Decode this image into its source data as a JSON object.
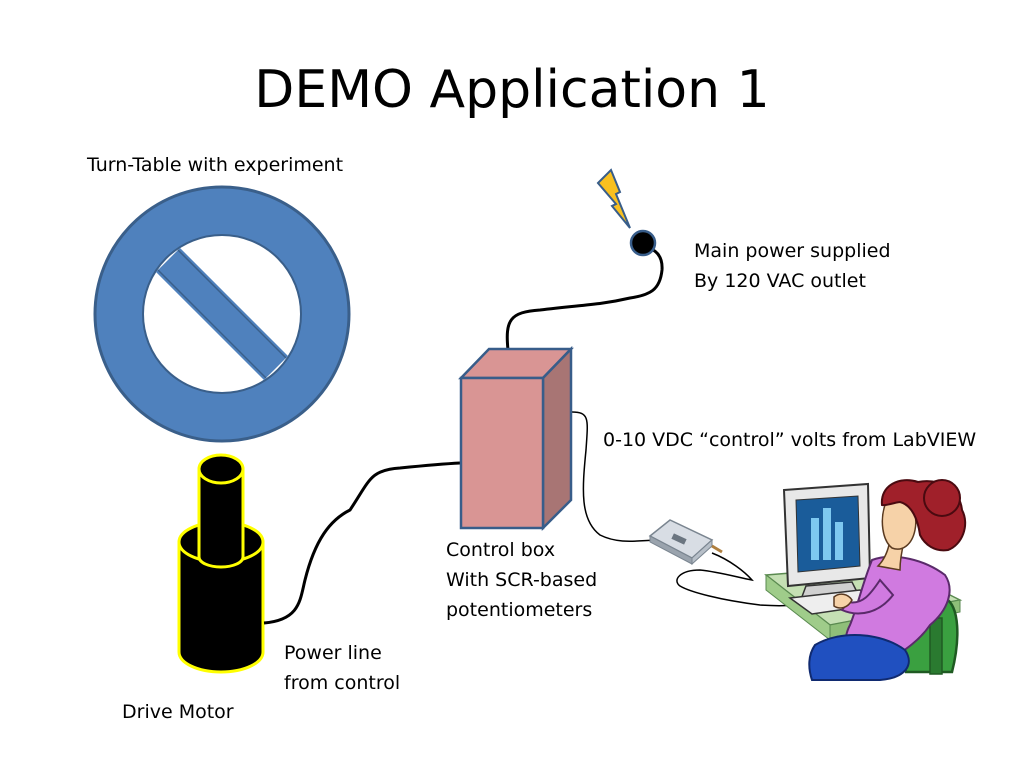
{
  "slide": {
    "title": "DEMO Application 1"
  },
  "labels": {
    "turntable": "Turn-Table with experiment",
    "main_power_line1": "Main power supplied",
    "main_power_line2": "By 120 VAC outlet",
    "control_volts": "0-10 VDC “control” volts from LabVIEW",
    "control_box_line1": "Control box",
    "control_box_line2": "With SCR-based",
    "control_box_line3": "potentiometers",
    "power_line_line1": "Power line",
    "power_line_line2": "from control",
    "drive_motor": "Drive Motor"
  },
  "colors": {
    "turntable_fill": "#4f81bd",
    "turntable_stroke": "#3a5f8a",
    "control_box_front": "#d99594",
    "control_box_side": "#a87574",
    "control_box_stroke": "#385d8a",
    "motor_fill": "#000000",
    "motor_stroke": "#ffff00",
    "bolt_fill": "#f8c020"
  },
  "icons": {
    "turntable": "prohibition-sign-icon",
    "outlet": "power-plug-icon",
    "bolt": "lightning-bolt-icon",
    "daq": "usb-daq-device-icon",
    "computer": "person-at-computer-icon"
  }
}
